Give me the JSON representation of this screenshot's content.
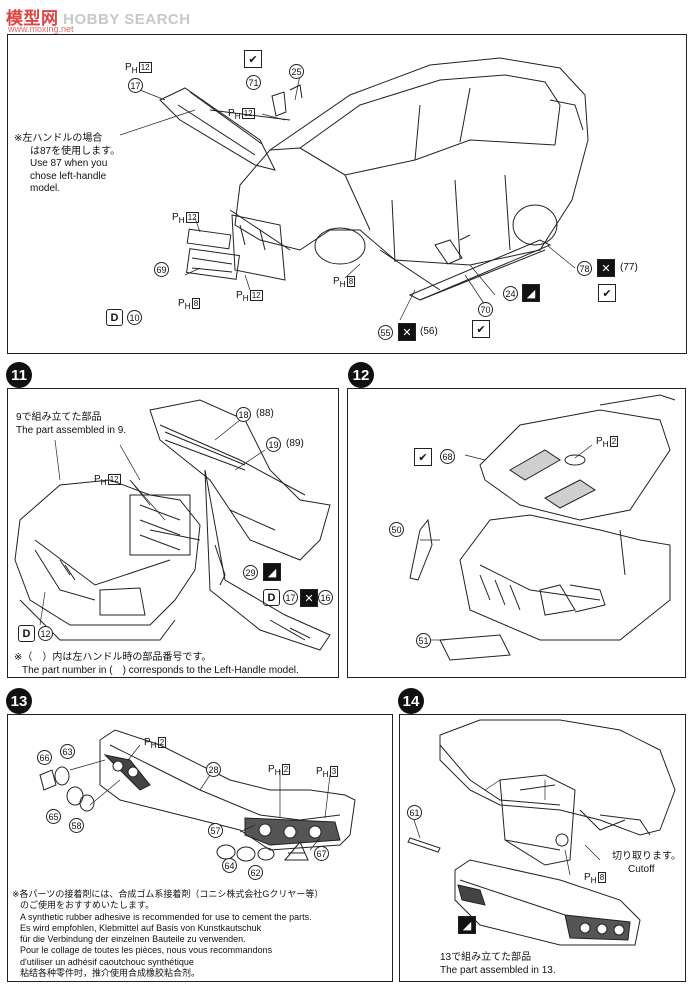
{
  "watermark": {
    "logo": "模型网",
    "label": "HOBBY SEARCH",
    "url": "www.moxing.net"
  },
  "steps": {
    "s11": "11",
    "s12": "12",
    "s13": "13",
    "s14": "14"
  },
  "step10": {
    "lh_note": [
      "※左ハンドルの場合",
      "は87を使用します。",
      "Use 87 when you",
      "chose left-handle",
      "model."
    ],
    "labels": {
      "ph12_a": "12",
      "p17": "17",
      "p71": "71",
      "p25": "25",
      "ph12_b": "12",
      "ph12_c": "12",
      "p69": "69",
      "ph8_a": "8",
      "ph12_d": "12",
      "p10": "10",
      "ph8_b": "8",
      "p78": "78",
      "p77": "(77)",
      "p24": "24",
      "p70": "70",
      "p55": "55",
      "p56": "(56)"
    }
  },
  "step11": {
    "assembled_ja": "9で組み立てた部品",
    "assembled_en": "The part assembled in 9.",
    "labels": {
      "p18": "18",
      "p88": "(88)",
      "p19": "19",
      "p89": "(89)",
      "ph12": "12",
      "p29": "29",
      "p17": "17",
      "p16": "16",
      "p12": "12"
    },
    "note_ja": "※（　）内は左ハンドル時の部品番号です。",
    "note_en": "The part number in (　) corresponds to the Left-Handle model."
  },
  "step12": {
    "labels": {
      "p68": "68",
      "ph2": "2",
      "p50": "50",
      "p51": "51"
    }
  },
  "step13": {
    "labels": {
      "p66": "66",
      "p63": "63",
      "ph2_a": "2",
      "p28": "28",
      "ph2_b": "2",
      "ph3": "3",
      "p65": "65",
      "p58": "58",
      "p57": "57",
      "p64": "64",
      "p62": "62",
      "p67": "67"
    },
    "adhesive": [
      "※各パーツの接着剤には、合成ゴム系接着剤（コニシ株式会社Gクリヤー等）",
      "のご使用をおすすめいたします。",
      "A synthetic rubber adhesive is recommended for use to cement the parts.",
      "Es wird empfohlen, Klebmittel auf Basis von Kunstkautschuk",
      "für die Verbindung der einzelnen Bauteile zu verwenden.",
      "Pour le collage de toutes les pièces, nous vous recommandons",
      "d'utiliser un adhésif caoutchouc synthétique",
      "粘结各种零件时，推介使用合成橡胶粘合剂。"
    ]
  },
  "step14": {
    "labels": {
      "p61": "61",
      "ph8": "8"
    },
    "cutoff_ja": "切り取ります。",
    "cutoff_en": "Cutoff",
    "assembled_ja": "13で組み立てた部品",
    "assembled_en": "The part assembled in 13."
  }
}
